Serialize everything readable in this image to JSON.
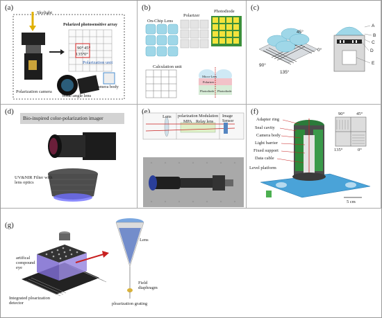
{
  "panels": {
    "a": {
      "label": "(a)",
      "skylight": "Skylight",
      "array_title": "Polarized photosensitive array",
      "angles": [
        "90°",
        "45°",
        "135°",
        "0°"
      ],
      "unit": "Polarization unit",
      "camera_body": "Camera body",
      "pol_camera": "Polarization camera",
      "wide_lens": "Wide-angle lens"
    },
    "b": {
      "label": "(b)",
      "onchip": "On-Chip Lens",
      "polarizer": "Polarizer",
      "photodiode": "Photodiode",
      "calc": "Calculation unit",
      "micro": "Micro-Lens",
      "polarizer2": "Polarizer",
      "pd1": "Photodiode",
      "pd2": "Photodiode"
    },
    "c": {
      "label": "(c)",
      "angles": [
        "45°",
        "0°",
        "90°",
        "135°"
      ],
      "letters": [
        "A",
        "B",
        "C",
        "D",
        "E"
      ]
    },
    "d": {
      "label": "(d)",
      "title": "Bio-inspired color-polarization imager",
      "filter": "UV&NIR Filter with lens optics"
    },
    "e": {
      "label": "(e)",
      "lens": "Lens",
      "modulation": "polarization Modulation",
      "mpa": "MPA",
      "relay": "Relay lens",
      "sensor": "Image Sensor"
    },
    "f": {
      "label": "(f)",
      "parts": [
        "Adapter ring",
        "Seal cavity",
        "Camera body",
        "Light barrier",
        "Fixed support",
        "Data cable",
        "Level platform"
      ],
      "angles": [
        "90°",
        "45°",
        "135°",
        "0°"
      ],
      "scale": "5 cm"
    },
    "g": {
      "label": "(g)",
      "lens": "Lens",
      "eye": "artifical compound eye",
      "field": "Field diaphragm",
      "grating": "ploarization grating",
      "detector": "Integrated ploarization detector"
    }
  },
  "colors": {
    "lens_blue": "#9fd7e8",
    "pd_yellow": "#f3e33c",
    "pd_green": "#3b8f3b",
    "platform_blue": "#4aa3d8",
    "arrow_red": "#c82020",
    "purple": "#7d6bd0"
  }
}
